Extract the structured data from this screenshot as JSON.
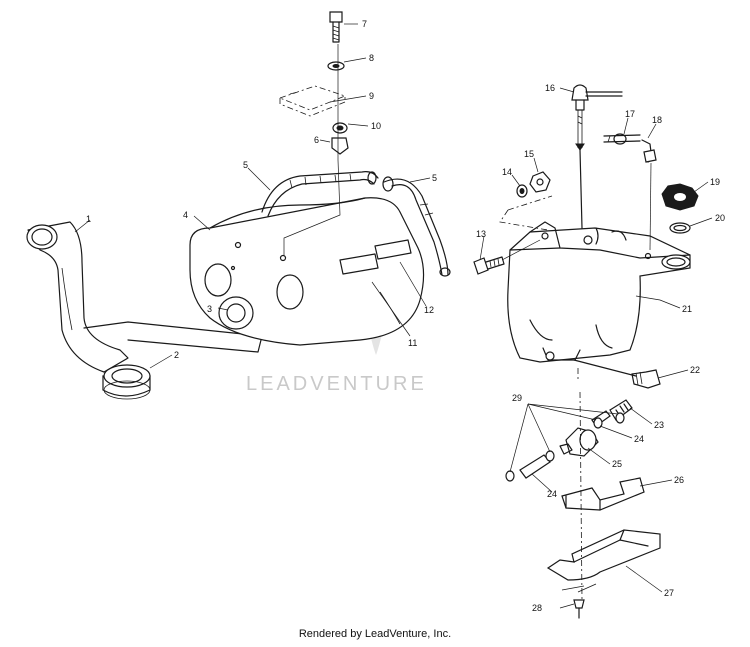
{
  "watermark": "LEADVENTURE",
  "footer": "Rendered by LeadVenture, Inc.",
  "callouts": {
    "c1": "1",
    "c2": "2",
    "c3": "3",
    "c4": "4",
    "c5a": "5",
    "c5b": "5",
    "c6": "6",
    "c7": "7",
    "c8": "8",
    "c9": "9",
    "c10": "10",
    "c11": "11",
    "c12": "12",
    "c13": "13",
    "c14": "14",
    "c15": "15",
    "c16": "16",
    "c17": "17",
    "c18": "18",
    "c19": "19",
    "c20": "20",
    "c21": "21",
    "c22": "22",
    "c23": "23",
    "c24a": "24",
    "c24b": "24",
    "c25": "25",
    "c26": "26",
    "c27": "27",
    "c28": "28",
    "c29": "29"
  }
}
